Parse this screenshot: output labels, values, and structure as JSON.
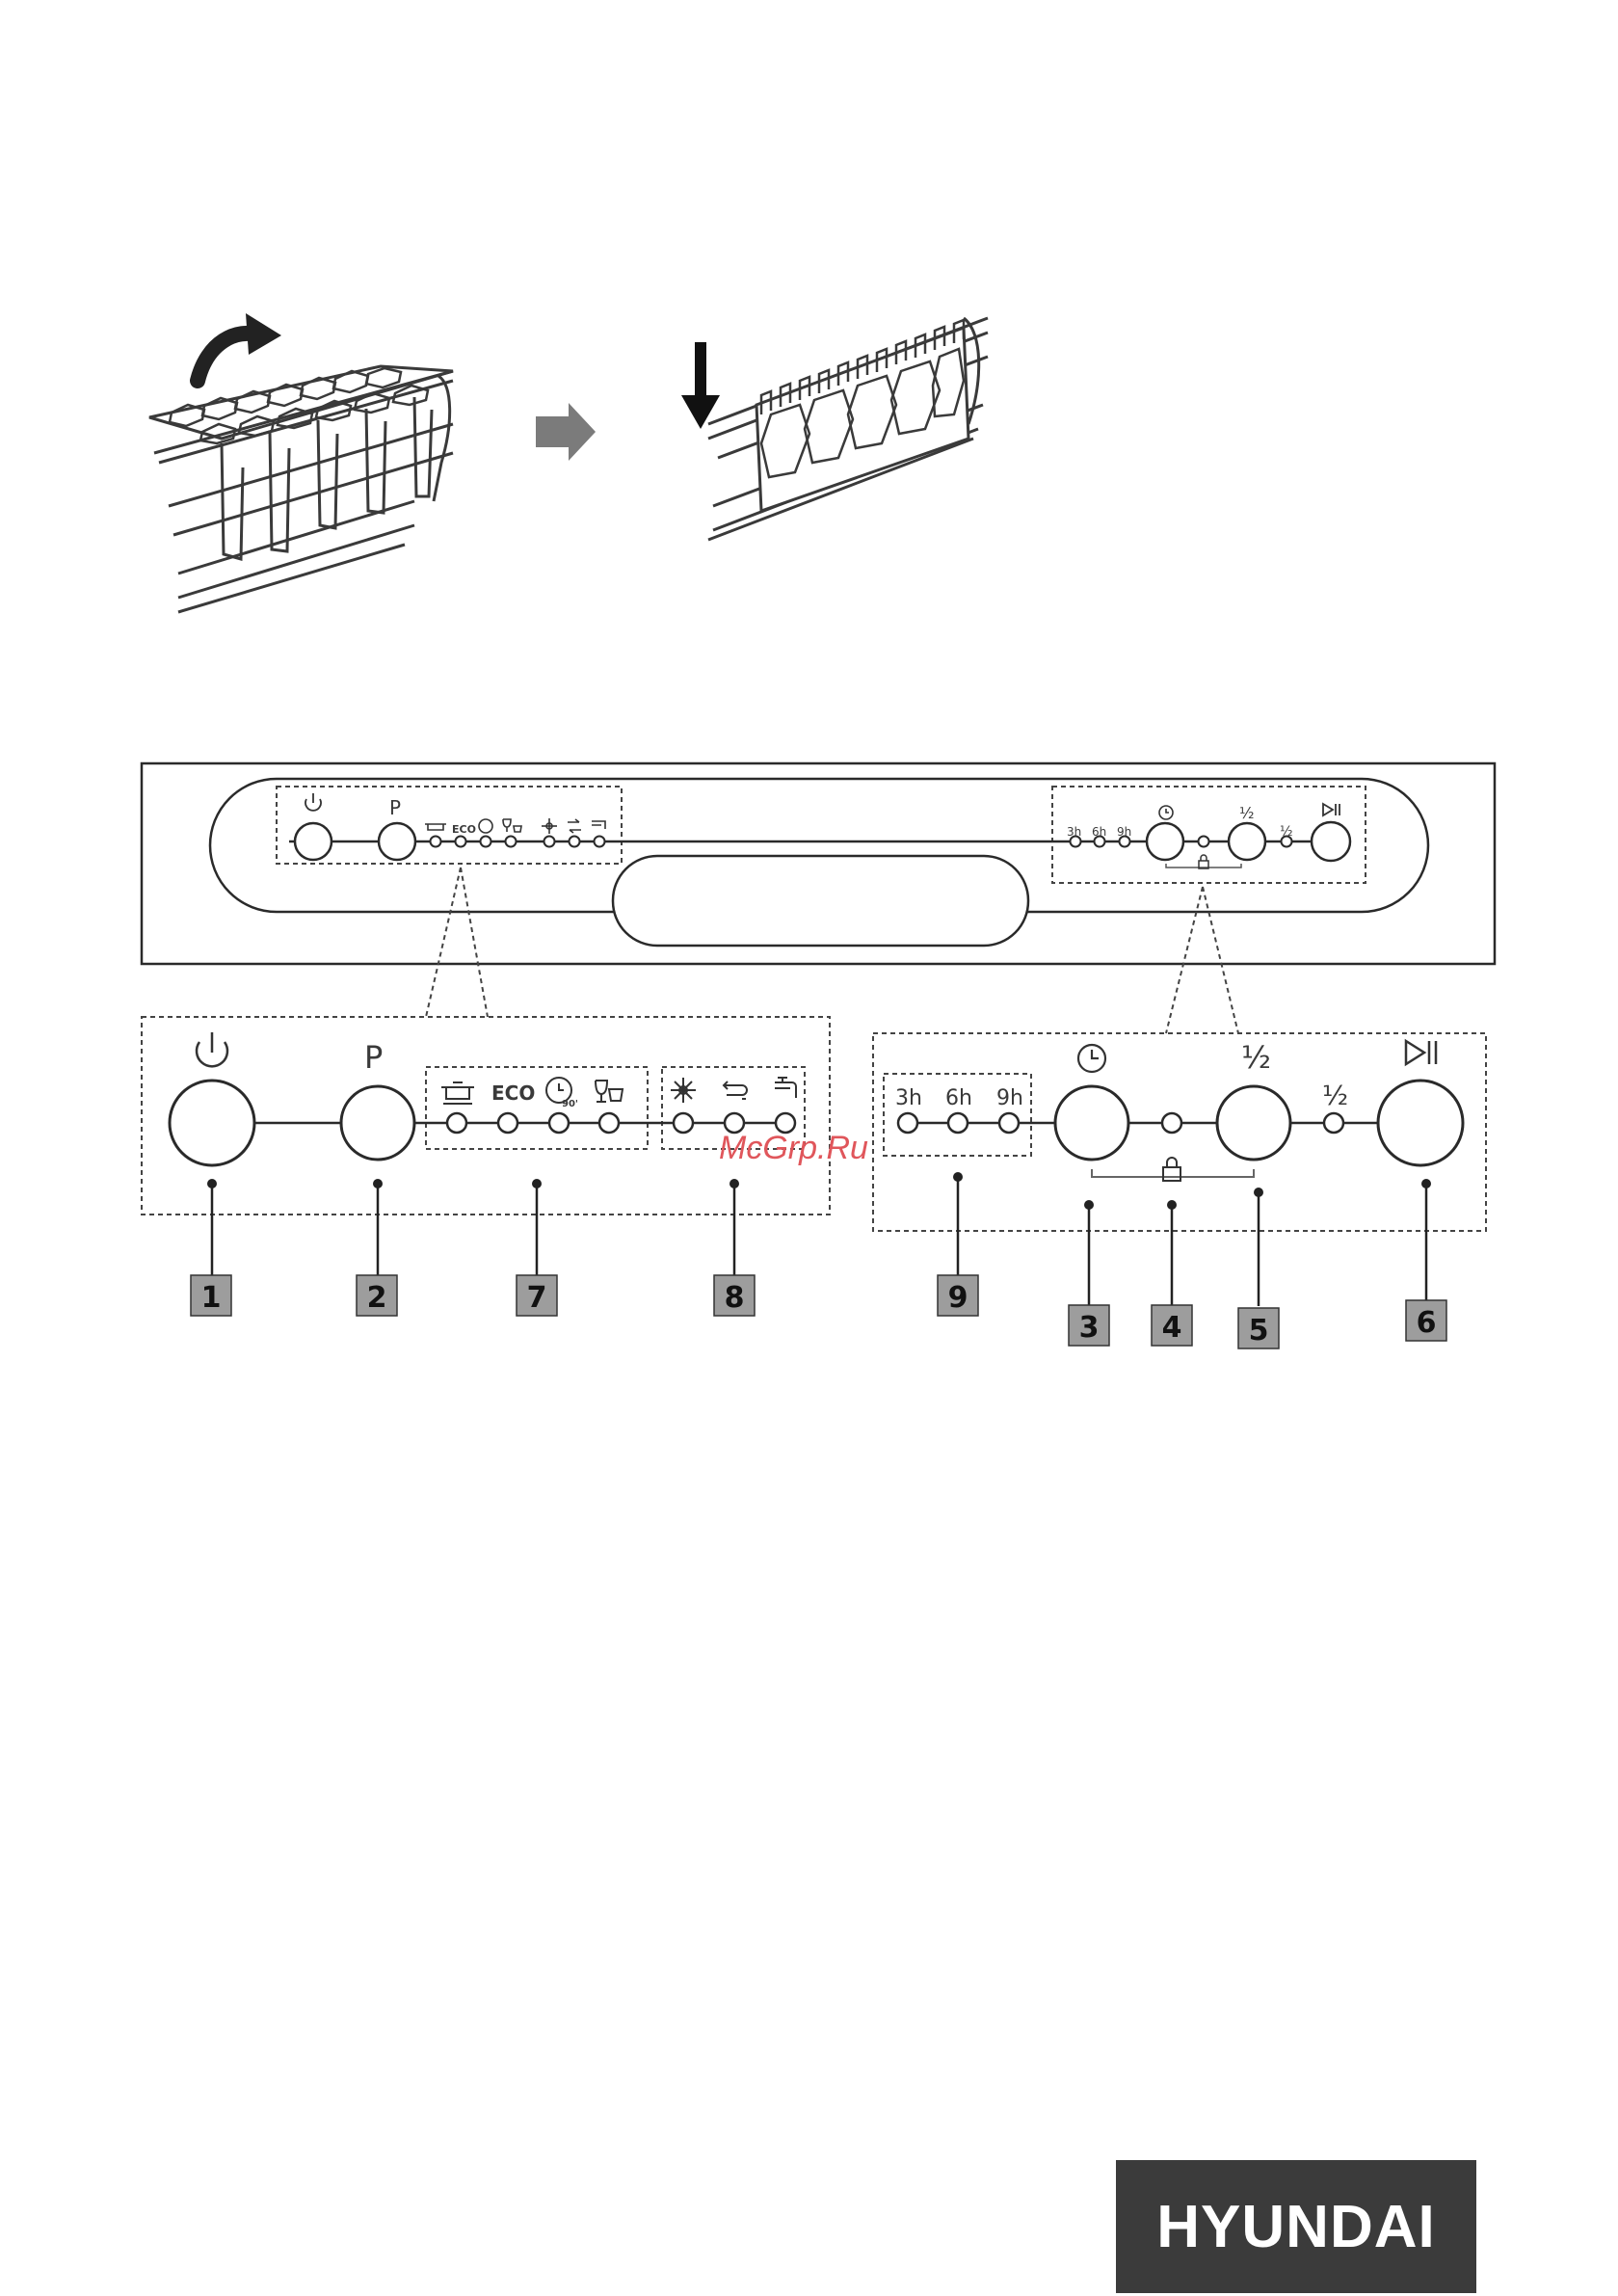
{
  "illustration": {
    "step_arrow_icon": "right-arrow-icon",
    "lift_arrow_icon": "curved-arrow-icon",
    "press_arrow_icon": "down-arrow-icon"
  },
  "panel": {
    "overview": {
      "small_labels": {
        "p": "P",
        "eco": "ECO",
        "h3": "3h",
        "h6": "6h",
        "h9": "9h",
        "half1": "½",
        "half2": "½"
      }
    },
    "left_detail": {
      "power_icon": "power-icon",
      "program_label": "P",
      "eco_label": "ECO",
      "program_icons": [
        "pot-icon",
        "eco-label",
        "rapid-90-icon",
        "glass-icon"
      ],
      "option_icons": [
        "dry-sparkle-icon",
        "rinse-icon",
        "tap-icon"
      ],
      "rapid_text": "90'"
    },
    "right_detail": {
      "delay_labels": [
        "3h",
        "6h",
        "9h"
      ],
      "half_label": "½",
      "half_label_small": "½",
      "delay_icon": "clock-icon",
      "lock_icon": "lock-icon",
      "start_icon": "play-pause-icon"
    },
    "callouts": [
      "1",
      "2",
      "7",
      "8",
      "9",
      "3",
      "4",
      "5",
      "6"
    ]
  },
  "watermark": "McGrp.Ru",
  "brand": "HYUNDAI",
  "colors": {
    "line": "#2a2a2a",
    "callout_bg": "#9d9d9d",
    "brand_bg": "#3b3b3b",
    "watermark": "#e0565b"
  }
}
